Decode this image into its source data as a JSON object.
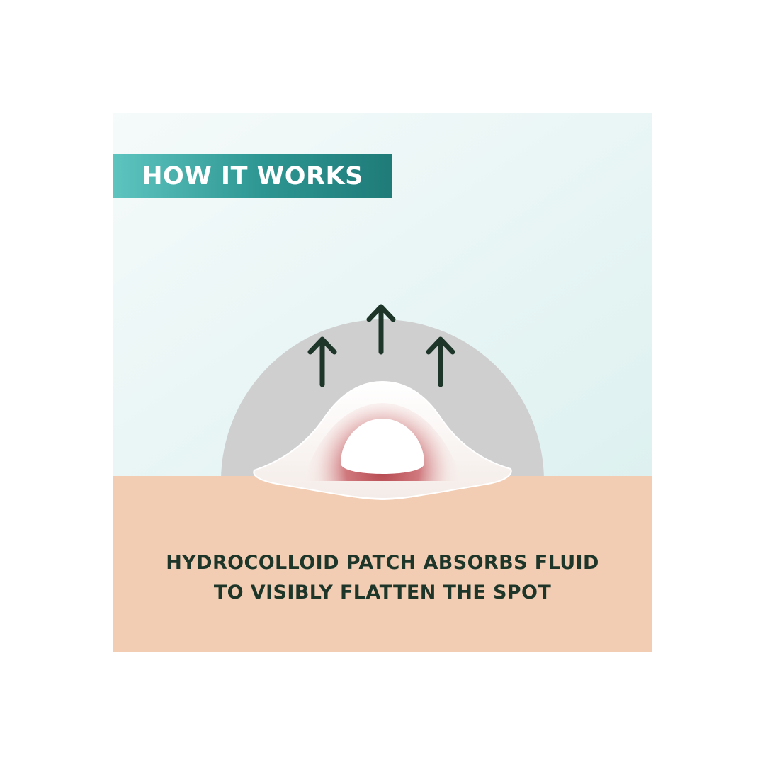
{
  "banner": {
    "label": "HOW IT WORKS"
  },
  "caption": {
    "line1": "HYDROCOLLOID PATCH ABSORBS FLUID",
    "line2": "TO VISIBLY FLATTEN THE SPOT"
  },
  "icons": {
    "arrows": [
      "up-arrow-icon",
      "up-arrow-icon",
      "up-arrow-icon"
    ]
  },
  "colors": {
    "banner_start": "#5ec4bf",
    "banner_end": "#1f7b78",
    "banner_text": "#ffffff",
    "sky_top": "#f4fafa",
    "sky_bottom": "#e3f3f2",
    "skin": "#f2cdb4",
    "dome": "#d0d0d1",
    "patch": "#fbf4f1",
    "inflammation": "#b5484f",
    "arrow": "#1d3629",
    "caption_text": "#1d3629"
  }
}
